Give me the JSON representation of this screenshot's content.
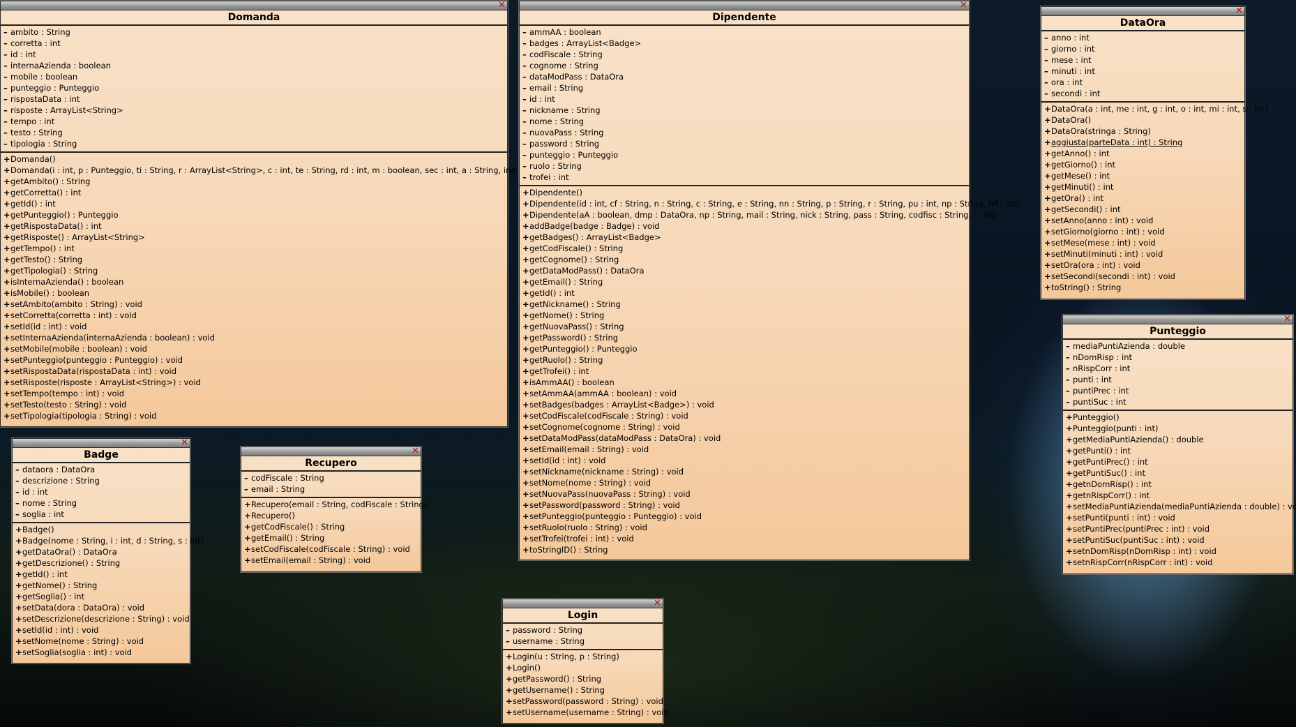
{
  "close_glyph": "✕",
  "visibility": {
    "private": "–",
    "public": "+"
  },
  "windows": [
    {
      "key": "domanda",
      "name": "Domanda",
      "attributes": [
        "ambito : String",
        "corretta : int",
        "id : int",
        "internaAzienda : boolean",
        "mobile : boolean",
        "punteggio : Punteggio",
        "rispostaData : int",
        "risposte : ArrayList<String>",
        "tempo : int",
        "testo : String",
        "tipologia : String"
      ],
      "methods": [
        "Domanda()",
        "Domanda(i : int, p : Punteggio, ti : String, r : ArrayList<String>, c : int, te : String, rd : int, m : boolean, sec : int, a : String, inA : boolean)",
        "getAmbito() : String",
        "getCorretta() : int",
        "getId() : int",
        "getPunteggio() : Punteggio",
        "getRispostaData() : int",
        "getRisposte() : ArrayList<String>",
        "getTempo() : int",
        "getTesto() : String",
        "getTipologia() : String",
        "isInternaAzienda() : boolean",
        "isMobile() : boolean",
        "setAmbito(ambito : String) : void",
        "setCorretta(corretta : int) : void",
        "setId(id : int) : void",
        "setInternaAzienda(internaAzienda : boolean) : void",
        "setMobile(mobile : boolean) : void",
        "setPunteggio(punteggio : Punteggio) : void",
        "setRispostaData(rispostaData : int) : void",
        "setRisposte(risposte : ArrayList<String>) : void",
        "setTempo(tempo : int) : void",
        "setTesto(testo : String) : void",
        "setTipologia(tipologia : String) : void"
      ]
    },
    {
      "key": "dipendente",
      "name": "Dipendente",
      "attributes": [
        "ammAA : boolean",
        "badges : ArrayList<Badge>",
        "codFiscale : String",
        "cognome : String",
        "dataModPass : DataOra",
        "email : String",
        "id : int",
        "nickname : String",
        "nome : String",
        "nuovaPass : String",
        "password : String",
        "punteggio : Punteggio",
        "ruolo : String",
        "trofei : int"
      ],
      "methods": [
        "Dipendente()",
        "Dipendente(id : int, cf : String, n : String, c : String, e : String, nn : String, p : String, r : String, pu : int, np : String, trf : int)",
        "Dipendente(aA : boolean, dmp : DataOra, np : String, mail : String, nick : String, pass : String, codfisc : String, i : int)",
        "addBadge(badge : Badge) : void",
        "getBadges() : ArrayList<Badge>",
        "getCodFiscale() : String",
        "getCognome() : String",
        "getDataModPass() : DataOra",
        "getEmail() : String",
        "getId() : int",
        "getNickname() : String",
        "getNome() : String",
        "getNuovaPass() : String",
        "getPassword() : String",
        "getPunteggio() : Punteggio",
        "getRuolo() : String",
        "getTrofei() : int",
        "isAmmAA() : boolean",
        "setAmmAA(ammAA : boolean) : void",
        "setBadges(badges : ArrayList<Badge>) : void",
        "setCodFiscale(codFiscale : String) : void",
        "setCognome(cognome : String) : void",
        "setDataModPass(dataModPass : DataOra) : void",
        "setEmail(email : String) : void",
        "setId(id : int) : void",
        "setNickname(nickname : String) : void",
        "setNome(nome : String) : void",
        "setNuovaPass(nuovaPass : String) : void",
        "setPassword(password : String) : void",
        "setPunteggio(punteggio : Punteggio) : void",
        "setRuolo(ruolo : String) : void",
        "setTrofei(trofei : int) : void",
        "toStringID() : String"
      ]
    },
    {
      "key": "dataora",
      "name": "DataOra",
      "attributes": [
        "anno : int",
        "giorno : int",
        "mese : int",
        "minuti : int",
        "ora : int",
        "secondi : int"
      ],
      "methods": [
        "DataOra(a : int, me : int, g : int, o : int, mi : int, s : int)",
        "DataOra()",
        "DataOra(stringa : String)",
        "aggiusta(parteData : int) : String",
        "getAnno() : int",
        "getGiorno() : int",
        "getMese() : int",
        "getMinuti() : int",
        "getOra() : int",
        "getSecondi() : int",
        "setAnno(anno : int) : void",
        "setGiorno(giorno : int) : void",
        "setMese(mese : int) : void",
        "setMinuti(minuti : int) : void",
        "setOra(ora : int) : void",
        "setSecondi(secondi : int) : void",
        "toString() : String"
      ],
      "underlined_method": 3
    },
    {
      "key": "punteggio",
      "name": "Punteggio",
      "attributes": [
        "mediaPuntiAzienda : double",
        "nDomRisp : int",
        "nRispCorr : int",
        "punti : int",
        "puntiPrec : int",
        "puntiSuc : int"
      ],
      "methods": [
        "Punteggio()",
        "Punteggio(punti : int)",
        "getMediaPuntiAzienda() : double",
        "getPunti() : int",
        "getPuntiPrec() : int",
        "getPuntiSuc() : int",
        "getnDomRisp() : int",
        "getnRispCorr() : int",
        "setMediaPuntiAzienda(mediaPuntiAzienda : double) : void",
        "setPunti(punti : int) : void",
        "setPuntiPrec(puntiPrec : int) : void",
        "setPuntiSuc(puntiSuc : int) : void",
        "setnDomRisp(nDomRisp : int) : void",
        "setnRispCorr(nRispCorr : int) : void"
      ]
    },
    {
      "key": "badge",
      "name": "Badge",
      "attributes": [
        "dataora : DataOra",
        "descrizione : String",
        "id : int",
        "nome : String",
        "soglia : int"
      ],
      "methods": [
        "Badge()",
        "Badge(nome : String, i : int, d : String, s : int)",
        "getDataOra() : DataOra",
        "getDescrizione() : String",
        "getId() : int",
        "getNome() : String",
        "getSoglia() : int",
        "setData(dora : DataOra) : void",
        "setDescrizione(descrizione : String) : void",
        "setId(id : int) : void",
        "setNome(nome : String) : void",
        "setSoglia(soglia : int) : void"
      ]
    },
    {
      "key": "recupero",
      "name": "Recupero",
      "attributes": [
        "codFiscale : String",
        "email : String"
      ],
      "methods": [
        "Recupero(email : String, codFiscale : String)",
        "Recupero()",
        "getCodFiscale() : String",
        "getEmail() : String",
        "setCodFiscale(codFiscale : String) : void",
        "setEmail(email : String) : void"
      ]
    },
    {
      "key": "login",
      "name": "Login",
      "attributes": [
        "password : String",
        "username : String"
      ],
      "methods": [
        "Login(u : String, p : String)",
        "Login()",
        "getPassword() : String",
        "getUsername() : String",
        "setPassword(password : String) : void",
        "setUsername(username : String) : void"
      ]
    }
  ]
}
